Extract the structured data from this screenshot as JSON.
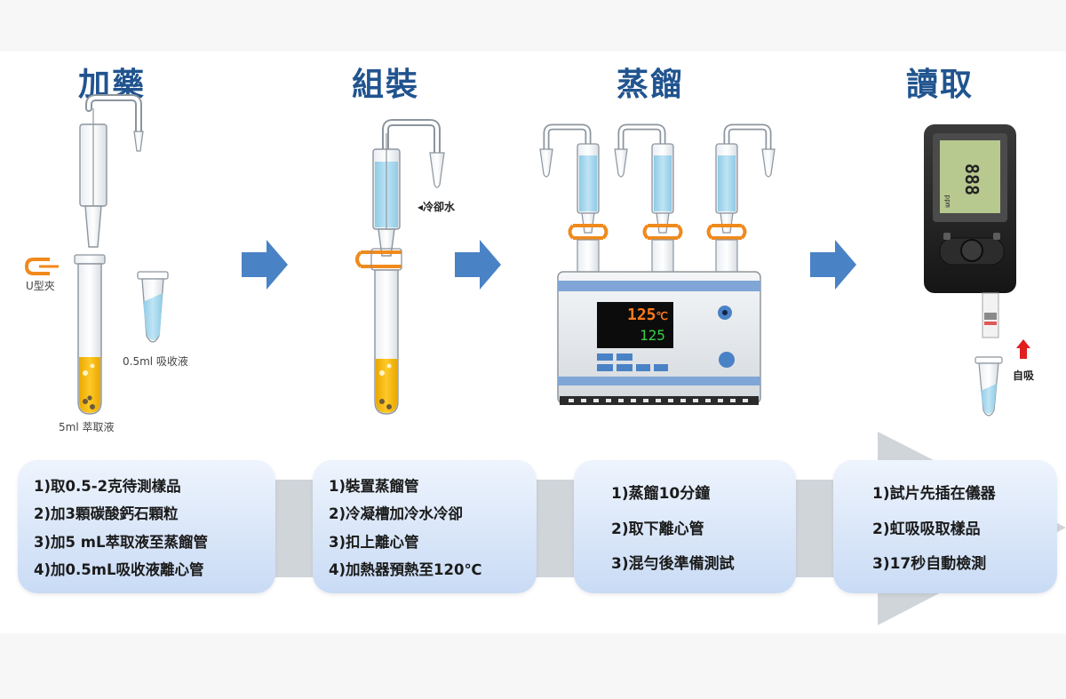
{
  "colors": {
    "title": "#21548f",
    "arrow": "#4a82c6",
    "liquid_blue": "#a9d8ee",
    "liquid_yellow": "#f5b800",
    "clip": "#f08a1c",
    "panel_top": "#eef4fd",
    "panel_bottom": "#c9dbf5"
  },
  "steps": [
    {
      "title": "加藥",
      "items": [
        "1)取0.5-2克待測樣品",
        "2)加3顆碳酸鈣石顆粒",
        "3)加5 mL萃取液至蒸餾管",
        "4)加0.5mL吸收液離心管"
      ]
    },
    {
      "title": "組裝",
      "items": [
        "1)裝置蒸餾管",
        "2)冷凝槽加冷水冷卻",
        "3)扣上離心管",
        "4)加熱器預熱至120℃"
      ]
    },
    {
      "title": "蒸餾",
      "items": [
        "1)蒸餾10分鐘",
        "2)取下離心管",
        "3)混勻後準備測試"
      ]
    },
    {
      "title": "讀取",
      "items": [
        "1)試片先插在儀器",
        "2)虹吸吸取樣品",
        "3)17秒自動檢測"
      ]
    }
  ],
  "labels": {
    "u_clip": "U型夾",
    "absorb_liquid": "0.5ml 吸收液",
    "extract_liquid": "5ml 萃取液",
    "cooling_water": "◂冷卻水",
    "self_absorb": "自吸"
  },
  "heater": {
    "set_temp": "125",
    "set_unit": "℃",
    "actual_temp": "125"
  },
  "meter": {
    "display": "888",
    "unit": "ppm"
  }
}
